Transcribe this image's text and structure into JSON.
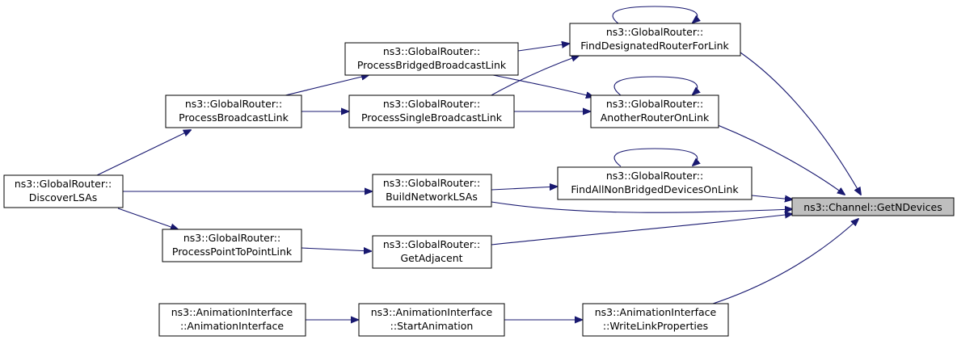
{
  "graph": {
    "nodes": {
      "getNDevices": [
        "ns3::Channel::GetNDevices"
      ],
      "findDesignated": [
        "ns3::GlobalRouter::",
        "FindDesignatedRouterForLink"
      ],
      "processBridged": [
        "ns3::GlobalRouter::",
        "ProcessBridgedBroadcastLink"
      ],
      "anotherRouter": [
        "ns3::GlobalRouter::",
        "AnotherRouterOnLink"
      ],
      "processSingle": [
        "ns3::GlobalRouter::",
        "ProcessSingleBroadcastLink"
      ],
      "processBroadcast": [
        "ns3::GlobalRouter::",
        "ProcessBroadcastLink"
      ],
      "discoverLSAs": [
        "ns3::GlobalRouter::",
        "DiscoverLSAs"
      ],
      "findAllNonBridged": [
        "ns3::GlobalRouter::",
        "FindAllNonBridgedDevicesOnLink"
      ],
      "buildNetworkLSAs": [
        "ns3::GlobalRouter::",
        "BuildNetworkLSAs"
      ],
      "processP2P": [
        "ns3::GlobalRouter::",
        "ProcessPointToPointLink"
      ],
      "getAdjacent": [
        "ns3::GlobalRouter::",
        "GetAdjacent"
      ],
      "animCtor": [
        "ns3::AnimationInterface",
        "::AnimationInterface"
      ],
      "startAnim": [
        "ns3::AnimationInterface",
        "::StartAnimation"
      ],
      "writeLink": [
        "ns3::AnimationInterface",
        "::WriteLinkProperties"
      ]
    },
    "focus_node": "getNDevices",
    "edges": [
      [
        "findDesignated",
        "getNDevices"
      ],
      [
        "anotherRouter",
        "getNDevices"
      ],
      [
        "findAllNonBridged",
        "getNDevices"
      ],
      [
        "buildNetworkLSAs",
        "getNDevices"
      ],
      [
        "getAdjacent",
        "getNDevices"
      ],
      [
        "writeLink",
        "getNDevices"
      ],
      [
        "processBridged",
        "findDesignated"
      ],
      [
        "processSingle",
        "findDesignated"
      ],
      [
        "findDesignated",
        "findDesignated"
      ],
      [
        "processBridged",
        "anotherRouter"
      ],
      [
        "processSingle",
        "anotherRouter"
      ],
      [
        "anotherRouter",
        "anotherRouter"
      ],
      [
        "processBroadcast",
        "processBridged"
      ],
      [
        "processBroadcast",
        "processSingle"
      ],
      [
        "discoverLSAs",
        "processBroadcast"
      ],
      [
        "buildNetworkLSAs",
        "findAllNonBridged"
      ],
      [
        "findAllNonBridged",
        "findAllNonBridged"
      ],
      [
        "discoverLSAs",
        "buildNetworkLSAs"
      ],
      [
        "discoverLSAs",
        "processP2P"
      ],
      [
        "processP2P",
        "getAdjacent"
      ],
      [
        "startAnim",
        "writeLink"
      ],
      [
        "animCtor",
        "startAnim"
      ]
    ]
  },
  "colors": {
    "edge": "#191970",
    "focus_fill": "#bfbfbf",
    "node_border": "#000000"
  }
}
